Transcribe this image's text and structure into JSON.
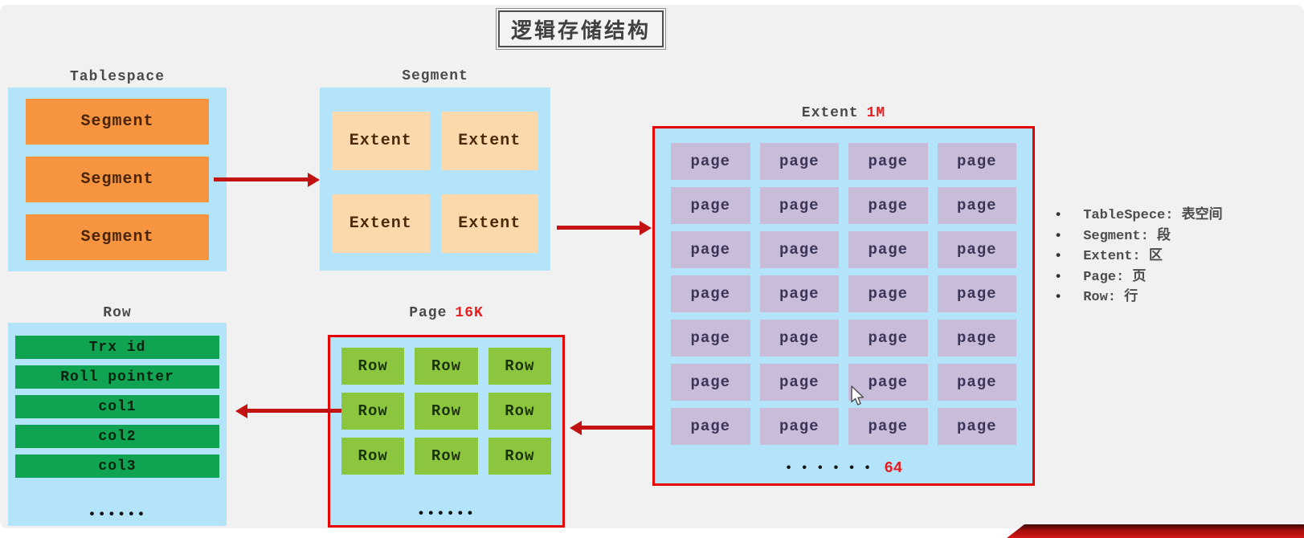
{
  "title": "逻辑存储结构",
  "blocks": {
    "tablespace": {
      "label": "Tablespace",
      "segments": [
        "Segment",
        "Segment",
        "Segment"
      ]
    },
    "segment": {
      "label": "Segment",
      "grid": {
        "rows": 2,
        "cols": 2,
        "cell_label": "Extent"
      }
    },
    "extent": {
      "label": "Extent",
      "size_badge": "1M",
      "grid": {
        "rows": 7,
        "cols": 4,
        "cell_label": "page"
      },
      "ellipsis": "••••••",
      "count_badge": "64"
    },
    "page": {
      "label": "Page",
      "size_badge": "16K",
      "grid": {
        "rows": 3,
        "cols": 3,
        "cell_label": "Row"
      },
      "ellipsis": "••••••"
    },
    "row": {
      "label": "Row",
      "fields": [
        "Trx id",
        "Roll pointer",
        "col1",
        "col2",
        "col3"
      ],
      "ellipsis": "••••••"
    }
  },
  "legend": {
    "items": [
      "TableSpece: 表空间",
      "Segment: 段",
      "Extent: 区",
      "Page: 页",
      "Row: 行"
    ]
  },
  "colors": {
    "canvas_gray": "#f1f1f2",
    "container_blue": "#b3e4f9",
    "segment_orange": "#f79440",
    "extent_peach": "#fcd9ad",
    "page_lavender": "#c9bcd9",
    "row_green": "#10a351",
    "page_row_green": "#8cc63f",
    "border_red": "#e60000",
    "arrow_red": "#c21212",
    "badge_red": "#e81e1e",
    "label_gray": "#4a4a4a"
  }
}
